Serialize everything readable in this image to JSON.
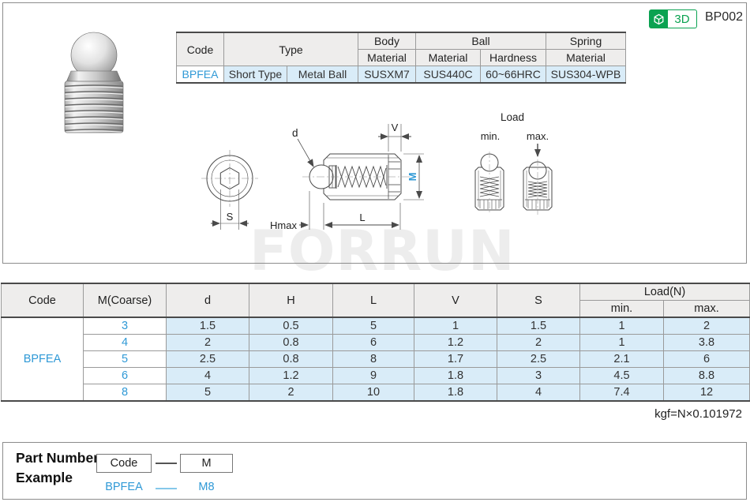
{
  "badge": {
    "label_3d": "3D",
    "page_code": "BP002"
  },
  "spec_table": {
    "h_code": "Code",
    "h_type": "Type",
    "h_body": "Body",
    "h_ball": "Ball",
    "h_spring": "Spring",
    "h_body_material": "Material",
    "h_ball_material": "Material",
    "h_ball_hardness": "Hardness",
    "h_spring_material": "Material",
    "code": "BPFEA",
    "type_short": "Short Type",
    "type_ball": "Metal Ball",
    "body_material": "SUSXM7",
    "ball_material": "SUS440C",
    "ball_hardness": "60~66HRC",
    "spring_material": "SUS304-WPB"
  },
  "drawing": {
    "label_d": "d",
    "label_v": "V",
    "label_m": "M",
    "label_s": "S",
    "label_hmax": "Hmax",
    "label_l": "L",
    "load_title": "Load",
    "load_min": "min.",
    "load_max": "max."
  },
  "watermark": "FORRUN",
  "dim_table": {
    "h_code": "Code",
    "h_m": "M(Coarse)",
    "h_d": "d",
    "h_h": "H",
    "h_l": "L",
    "h_v": "V",
    "h_s": "S",
    "h_load": "Load(N)",
    "h_load_min": "min.",
    "h_load_max": "max.",
    "code": "BPFEA",
    "rows": [
      {
        "m": "3",
        "d": "1.5",
        "h": "0.5",
        "l": "5",
        "v": "1",
        "s": "1.5",
        "lmin": "1",
        "lmax": "2"
      },
      {
        "m": "4",
        "d": "2",
        "h": "0.8",
        "l": "6",
        "v": "1.2",
        "s": "2",
        "lmin": "1",
        "lmax": "3.8"
      },
      {
        "m": "5",
        "d": "2.5",
        "h": "0.8",
        "l": "8",
        "v": "1.7",
        "s": "2.5",
        "lmin": "2.1",
        "lmax": "6"
      },
      {
        "m": "6",
        "d": "4",
        "h": "1.2",
        "l": "9",
        "v": "1.8",
        "s": "3",
        "lmin": "4.5",
        "lmax": "8.8"
      },
      {
        "m": "8",
        "d": "5",
        "h": "2",
        "l": "10",
        "v": "1.8",
        "s": "4",
        "lmin": "7.4",
        "lmax": "12"
      }
    ]
  },
  "note": "kgf=N×0.101972",
  "part_number": {
    "title1": "Part Number",
    "title2": "Example",
    "box_code": "Code",
    "box_m": "M",
    "value_code": "BPFEA",
    "value_m": "M8"
  },
  "colors": {
    "accent_blue": "#2f99d6",
    "cell_blue": "#d9ecf8",
    "header_gray": "#eeedec",
    "badge_green": "#0aa251"
  }
}
